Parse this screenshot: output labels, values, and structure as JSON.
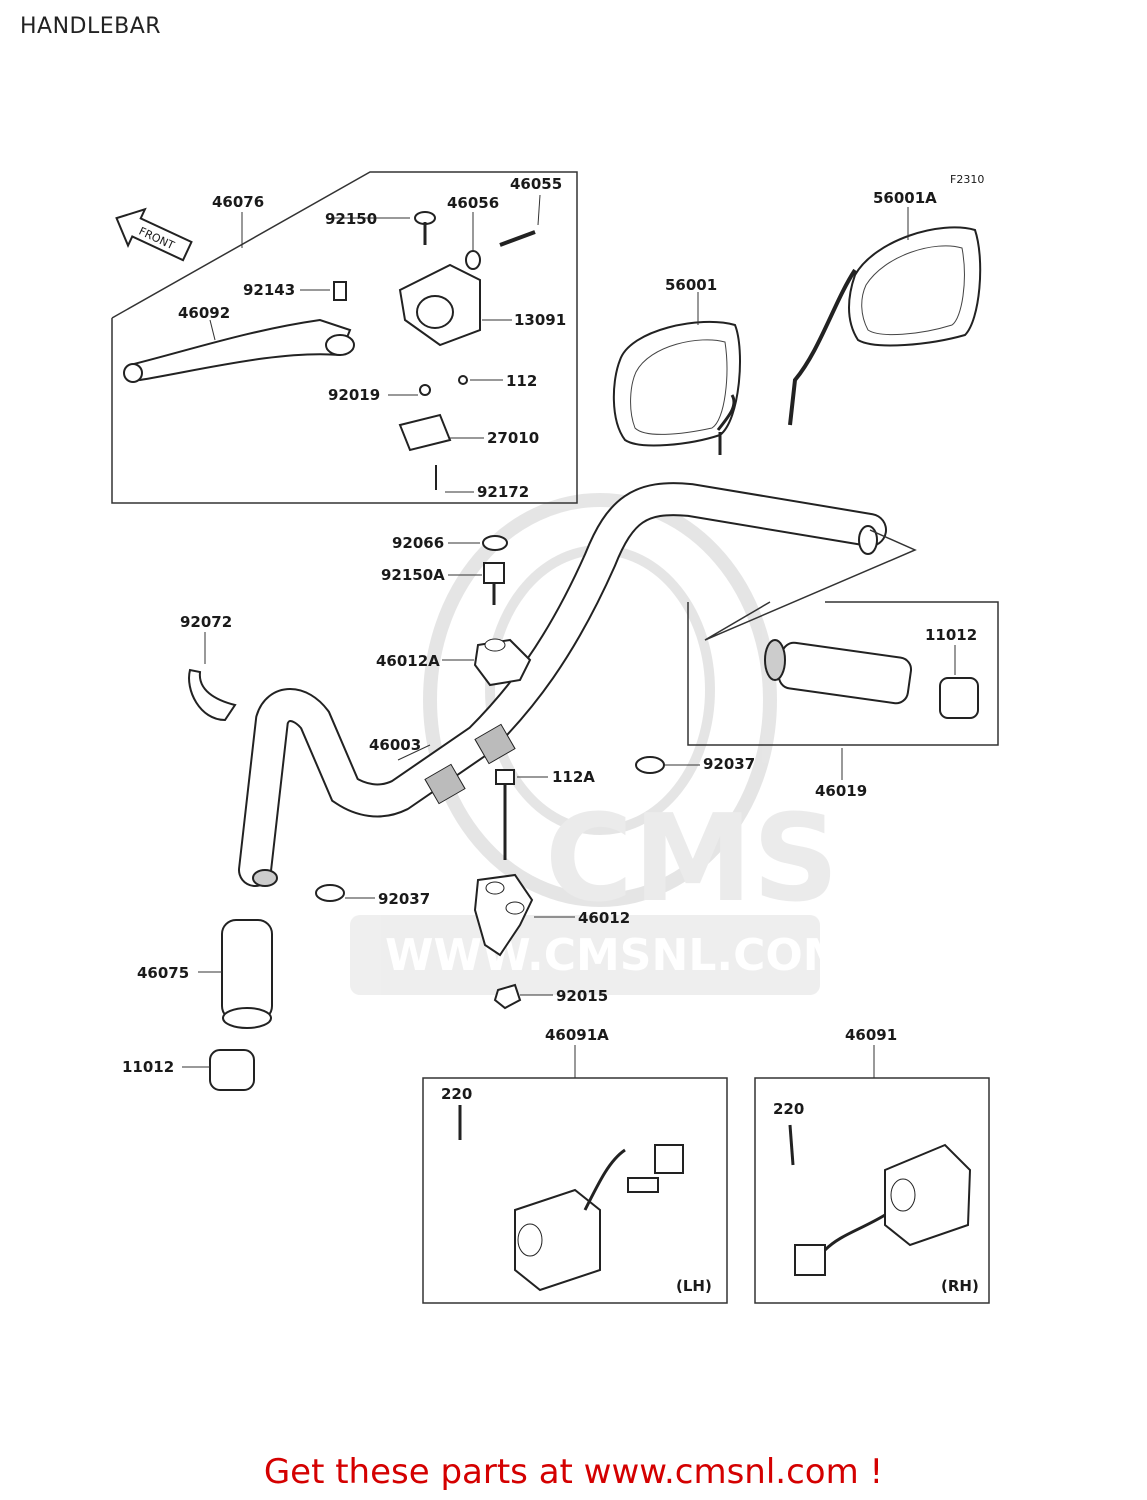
{
  "page": {
    "title": "HANDLEBAR"
  },
  "figure_code": "F2310",
  "front_marker": "FRONT",
  "watermark": {
    "brand": "CMS",
    "site": "WWW.CMSNL.COM"
  },
  "side_labels": {
    "left": "(LH)",
    "right": "(RH)"
  },
  "parts": {
    "p46076": "46076",
    "p46055": "46055",
    "p92150": "92150",
    "p46056": "46056",
    "p92143": "92143",
    "p13091": "13091",
    "p46092": "46092",
    "p112": "112",
    "p92019": "92019",
    "p27010": "27010",
    "p92172": "92172",
    "p56001": "56001",
    "p56001A": "56001A",
    "p92066": "92066",
    "p92150A": "92150A",
    "p92072": "92072",
    "p46012A": "46012A",
    "p11012_r": "11012",
    "p46003": "46003",
    "p92037_r": "92037",
    "p46019": "46019",
    "p112A": "112A",
    "p92037_l": "92037",
    "p46012": "46012",
    "p46075": "46075",
    "p92015": "92015",
    "p11012_l": "11012",
    "p46091A": "46091A",
    "p46091": "46091",
    "p220_l": "220",
    "p220_r": "220"
  },
  "footer": {
    "text": "Get these parts at www.cmsnl.com !",
    "color": "#d40000"
  }
}
